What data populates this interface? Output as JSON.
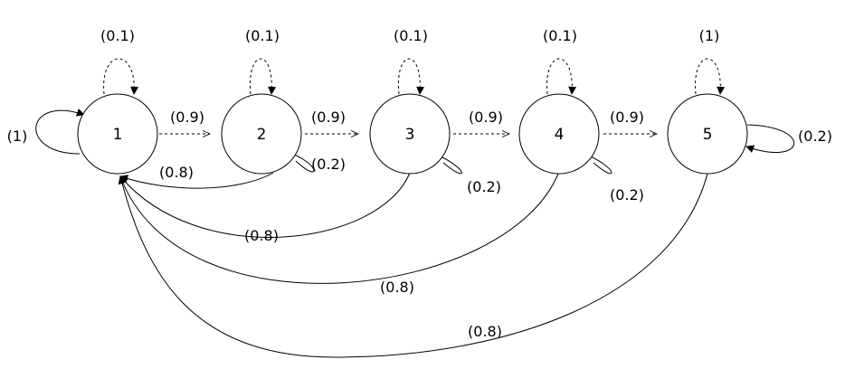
{
  "nodes": [
    {
      "id": "1",
      "label": "1"
    },
    {
      "id": "2",
      "label": "2"
    },
    {
      "id": "3",
      "label": "3"
    },
    {
      "id": "4",
      "label": "4"
    },
    {
      "id": "5",
      "label": "5"
    }
  ],
  "edges": {
    "self_top_1": "(0.1)",
    "self_top_2": "(0.1)",
    "self_top_3": "(0.1)",
    "self_top_4": "(0.1)",
    "self_top_5": "(1)",
    "self_left_1": "(1)",
    "self_right_5": "(0.2)",
    "fwd_1_2": "(0.9)",
    "fwd_2_3": "(0.9)",
    "fwd_3_4": "(0.9)",
    "fwd_4_5": "(0.9)",
    "self_lower_2": "(0.2)",
    "self_lower_3": "(0.2)",
    "self_lower_4": "(0.2)",
    "back_2_1": "(0.8)",
    "back_3_1": "(0.8)",
    "back_4_1": "(0.8)",
    "back_5_1": "(0.8)"
  },
  "colors": {
    "stroke": "#000000",
    "background": "#ffffff"
  }
}
